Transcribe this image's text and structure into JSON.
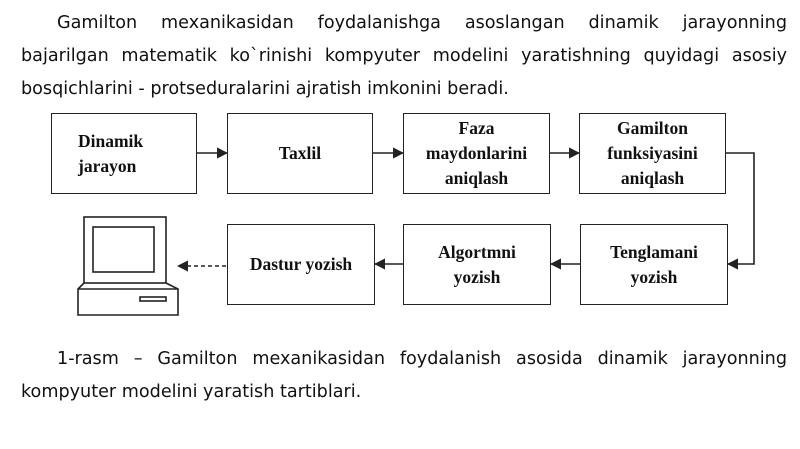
{
  "intro_text": "Gamilton mexanikasidan foydalanishga asoslangan dinamik jarayonning bajarilgan matematik ko`rinishi kompyuter modelini yaratishning quyidagi asosiy bosqichlarini - protseduralarini ajratish imkonini beradi.",
  "diagram": {
    "boxes": [
      "Dinamik\njarayon",
      "Taxlil",
      "Faza\nmaydonlarini\naniqlash",
      "Gamilton\nfunksiyasini\naniqlash",
      "Tenglamani\nyozish",
      "Algortmni\nyozish",
      "Dastur yozish"
    ],
    "end_icon": "computer-icon"
  },
  "caption_text": "1-rasm – Gamilton mexanikasidan foydalanish asosida dinamik jarayonning kompyuter modelini yaratish tartiblari."
}
